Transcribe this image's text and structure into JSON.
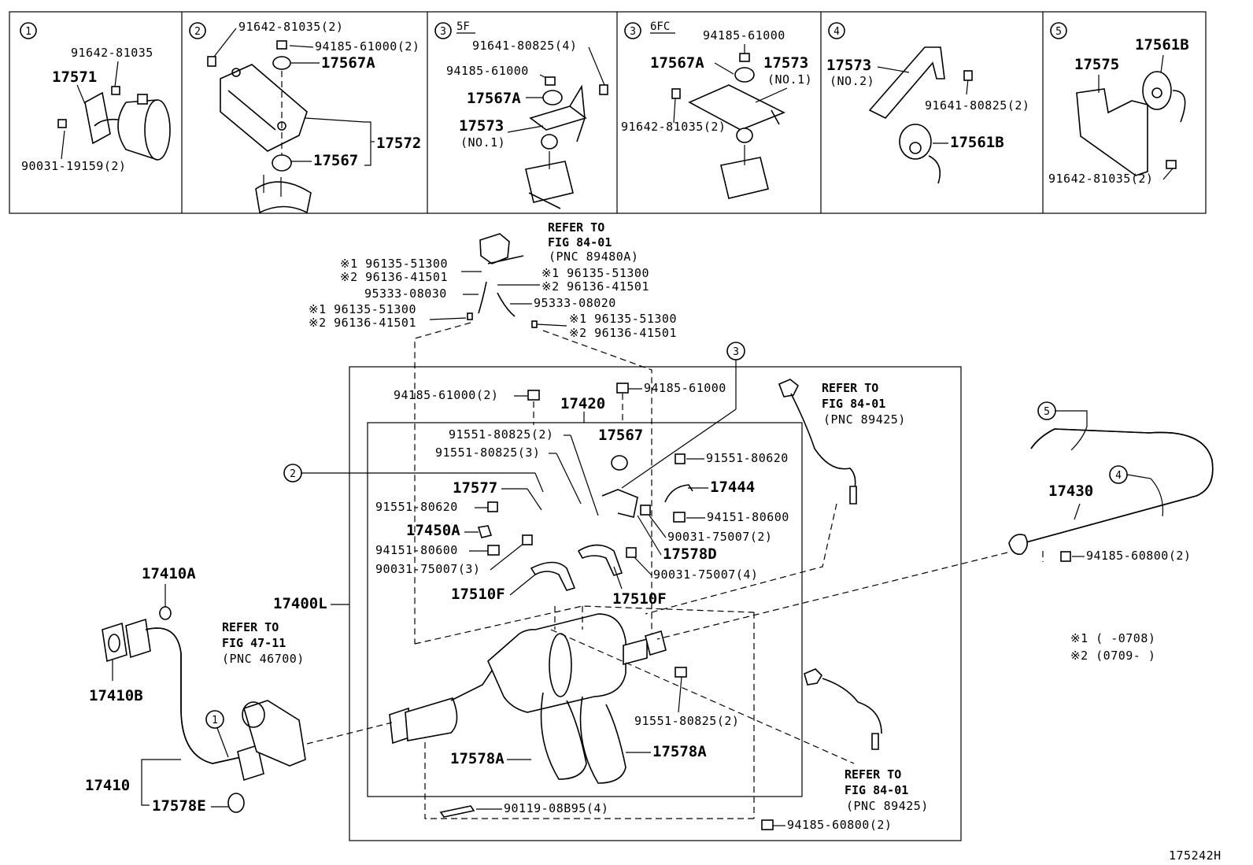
{
  "panels": [
    {
      "num": "1",
      "model": "",
      "labels": {
        "a": "91642-81035",
        "b": "17571",
        "c": "90031-19159(2)"
      }
    },
    {
      "num": "2",
      "model": "",
      "labels": {
        "a": "91642-81035(2)",
        "b": "94185-61000(2)",
        "c": "17567A",
        "d": "17572",
        "e": "17567"
      }
    },
    {
      "num": "3",
      "model": "5F",
      "labels": {
        "a": "91641-80825(4)",
        "b": "94185-61000",
        "c": "17567A",
        "d": "17573",
        "e": "(NO.1)"
      }
    },
    {
      "num": "3",
      "model": "6FC",
      "labels": {
        "a": "94185-61000",
        "b": "17567A",
        "c": "17573",
        "d": "(NO.1)",
        "e": "91642-81035(2)"
      }
    },
    {
      "num": "4",
      "model": "",
      "labels": {
        "a": "17573",
        "b": "(NO.2)",
        "c": "91641-80825(2)",
        "d": "17561B"
      }
    },
    {
      "num": "5",
      "model": "",
      "labels": {
        "a": "17575",
        "b": "17561B",
        "c": "91642-81035(2)"
      }
    }
  ],
  "sensor_top": {
    "refer": "REFER TO",
    "fig": "FIG 84-01",
    "pnc": "(PNC 89480A)",
    "l1a": "※1 96135-51300",
    "l1b": "※2 96136-41501",
    "r1a": "※1 96135-51300",
    "r1b": "※2 96136-41501",
    "hose_l": "95333-08030",
    "hose_r": "95333-08020",
    "l2a": "※1 96135-51300",
    "l2b": "※2 96136-41501",
    "r2a": "※1 96135-51300",
    "r2b": "※2 96136-41501"
  },
  "main": {
    "n_94185_61000_2": "94185-61000(2)",
    "n_94185_61000": "94185-61000",
    "n_17420": "17420",
    "n_91551_80825_2a": "91551-80825(2)",
    "n_17567": "17567",
    "n_91551_80825_3": "91551-80825(3)",
    "n_91551_80620a": "91551-80620",
    "n_17577": "17577",
    "n_17444": "17444",
    "n_91551_80620b": "91551-80620",
    "n_94151_80600a": "94151-80600",
    "n_17450A": "17450A",
    "n_90031_75007_2": "90031-75007(2)",
    "n_94151_80600b": "94151-80600",
    "n_17578D": "17578D",
    "n_90031_75007_3": "90031-75007(3)",
    "n_90031_75007_4": "90031-75007(4)",
    "n_17510F_a": "17510F",
    "n_17510F_b": "17510F",
    "n_17400L": "17400L",
    "n_91551_80825_2b": "91551-80825(2)",
    "n_17578A_a": "17578A",
    "n_17578A_b": "17578A",
    "n_90119": "90119-08B95(4)",
    "n_94185_60800_2a": "94185-60800(2)",
    "n_17430": "17430",
    "n_94185_60800_2b": "94185-60800(2)",
    "n_17410A": "17410A",
    "n_17410B": "17410B",
    "n_17410": "17410",
    "n_17578E": "17578E"
  },
  "refs": {
    "r1": {
      "refer": "REFER TO",
      "fig": "FIG 84-01",
      "pnc": "(PNC 89425)"
    },
    "r2": {
      "refer": "REFER TO",
      "fig": "FIG 47-11",
      "pnc": "(PNC 46700)"
    },
    "r3": {
      "refer": "REFER TO",
      "fig": "FIG 84-01",
      "pnc": "(PNC 89425)"
    }
  },
  "callouts": {
    "c3": "3",
    "c2": "2",
    "c5": "5",
    "c4": "4",
    "c1": "1"
  },
  "legend": {
    "l1": "※1 (    -0708)",
    "l2": "※2 (0709-    )"
  },
  "illustration_code": "175242H"
}
